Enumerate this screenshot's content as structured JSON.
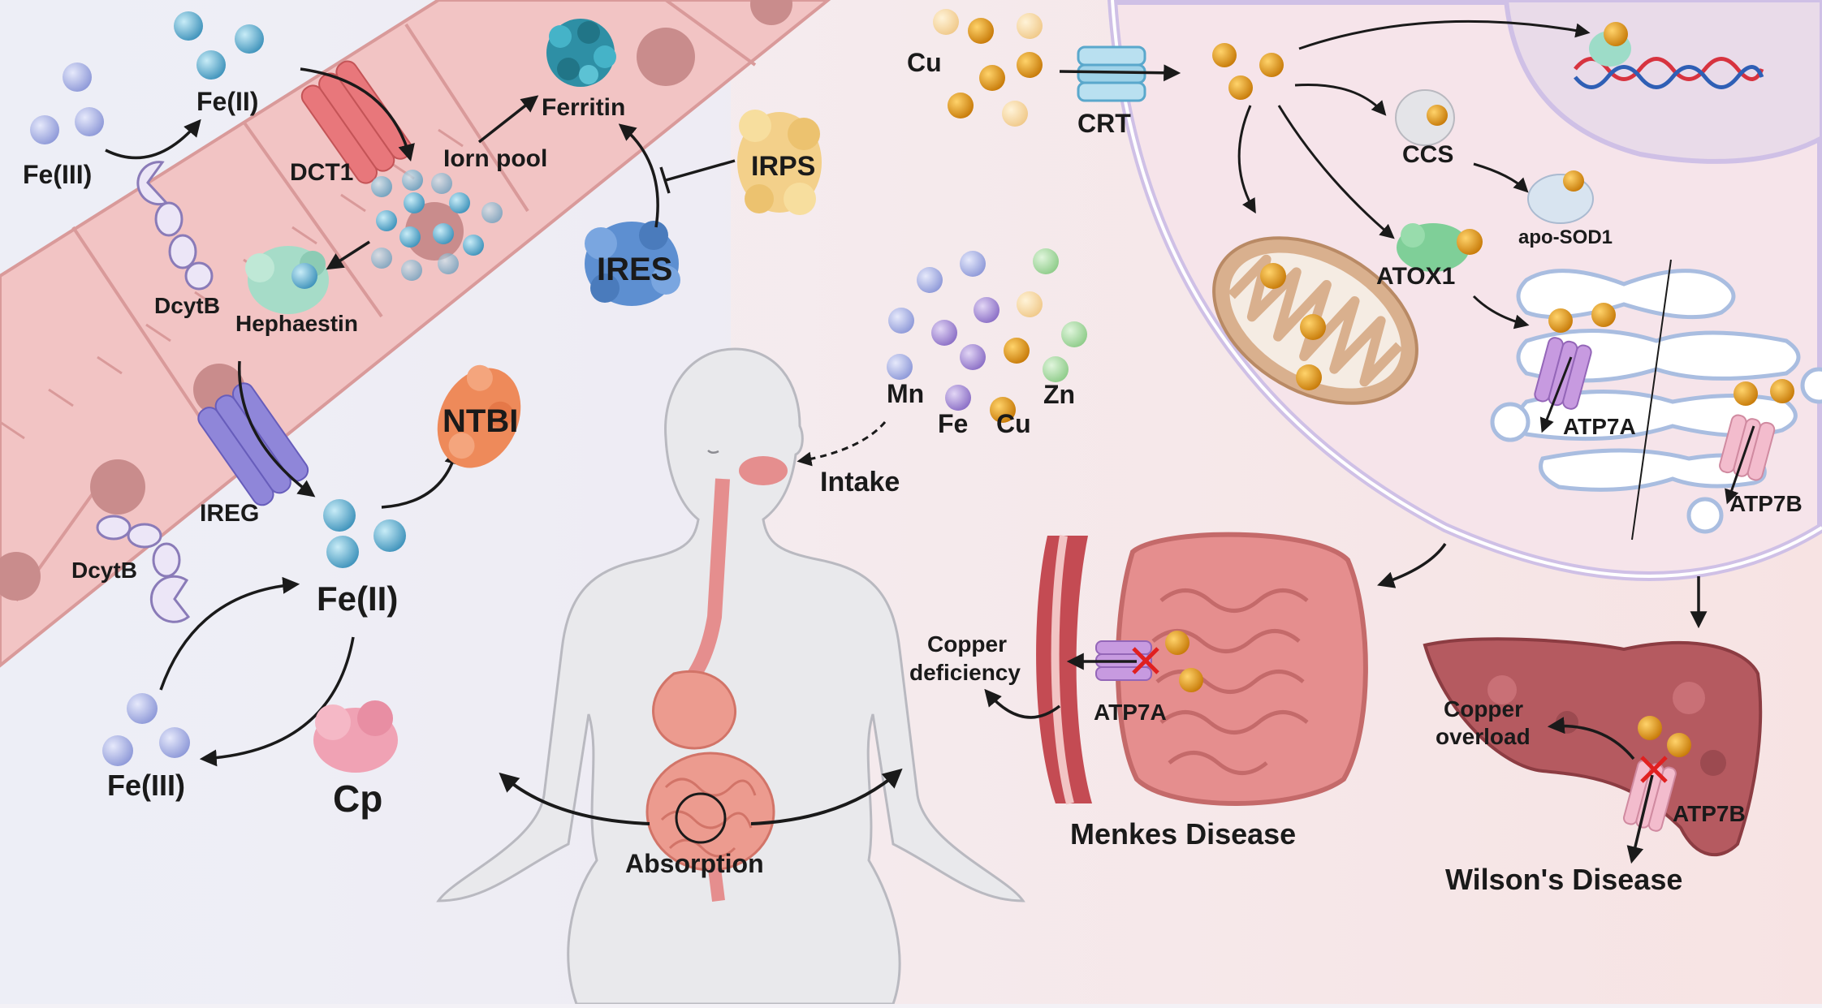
{
  "iron": {
    "fe3_top": "Fe(III)",
    "fe2_top": "Fe(II)",
    "dct1": "DCT1",
    "iron_pool": "Iorn pool",
    "ferritin": "Ferritin",
    "irps": "IRPS",
    "ires": "IRES",
    "dcytb_upper": "DcytB",
    "hephaestin": "Hephaestin",
    "ntbi": "NTBI",
    "ireg": "IREG",
    "dcytb_lower": "DcytB",
    "fe2_main": "Fe(II)",
    "fe3_bottom": "Fe(III)",
    "cp": "Cp"
  },
  "body": {
    "intake": "Intake",
    "absorption": "Absorption"
  },
  "minerals": {
    "mn": "Mn",
    "fe": "Fe",
    "cu": "Cu",
    "zn": "Zn"
  },
  "copper": {
    "cu": "Cu",
    "crt": "CRT",
    "ccs": "CCS",
    "apo_sod1": "apo-SOD1",
    "atox1": "ATOX1",
    "atp7a": "ATP7A",
    "atp7b": "ATP7B"
  },
  "diseases": {
    "copper_deficiency_1": "Copper",
    "copper_deficiency_2": "deficiency",
    "atp7a": "ATP7A",
    "menkes": "Menkes Disease",
    "copper_overload_1": "Copper",
    "copper_overload_2": "overload",
    "atp7b": "ATP7B",
    "wilson": "Wilson's Disease"
  },
  "colors": {
    "cell": "#f2c4c4",
    "cell_border": "#d99a9a",
    "iron_blue": "#5aa8cc",
    "fe3_purple": "#a9b4e6",
    "copper": "#e09a1c",
    "nucleus": "#c98c8c",
    "dct1": "#e8777b",
    "ireg": "#8f86d9",
    "ntbi": "#ee8a5a",
    "ferritin": "#2e8fa5",
    "irps": "#f3d08a",
    "ires": "#5d8fd1",
    "hephaestin": "#a6dcc8",
    "cp": "#f0a2b4",
    "atox1": "#7fcf98",
    "mito": "#d9b08e",
    "liver": "#b55a60",
    "intestine": "#e58e8e"
  }
}
